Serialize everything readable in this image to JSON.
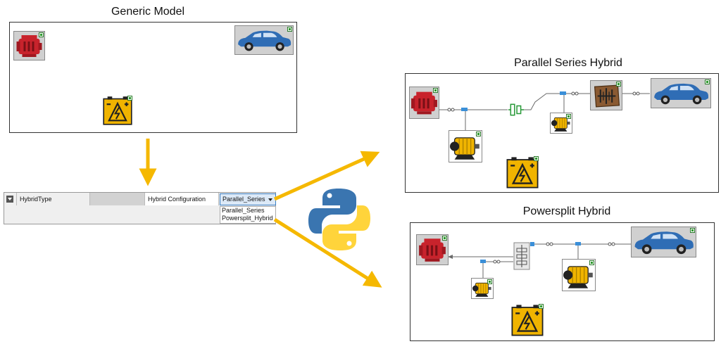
{
  "titles": {
    "generic": "Generic Model",
    "parallel": "Parallel Series Hybrid",
    "powersplit": "Powersplit Hybrid"
  },
  "param_table": {
    "row_label": "HybridType",
    "column_label": "Hybrid Configuration",
    "selected": "Parallel_Series",
    "options": [
      "Parallel_Series",
      "Powersplit_Hybrid"
    ]
  },
  "colors": {
    "arrow": "#f5b800",
    "engine": "#c8232c",
    "battery": "#f0b400",
    "motor": "#f0b400",
    "car": "#2f6db5",
    "python_blue": "#3a75b0",
    "python_yellow": "#ffd43b",
    "wire": "#6a6a6a",
    "connector": "#3a8fd8"
  },
  "icons": [
    "engine-icon",
    "car-icon",
    "battery-icon",
    "motor-icon",
    "gearbox-icon",
    "clutch-icon",
    "planetary-gear-icon",
    "python-logo-icon",
    "dropdown-arrow-icon"
  ]
}
